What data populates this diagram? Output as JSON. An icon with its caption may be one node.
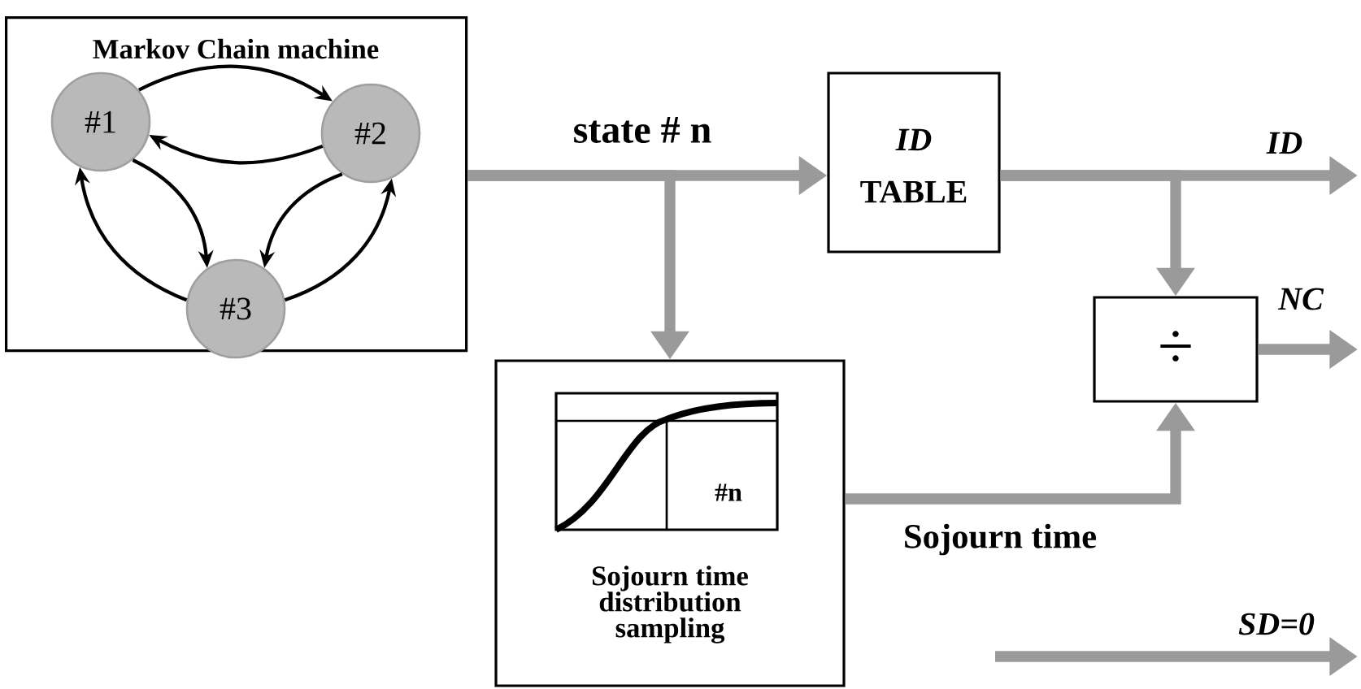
{
  "diagram": {
    "nodes": [
      {
        "text": [
          "Markov Chain machine"
        ]
      },
      {
        "text": [
          "#1"
        ],
        "in": 0
      },
      {
        "text": [
          "#2"
        ],
        "in": 0
      },
      {
        "text": [
          "#3"
        ],
        "in": 0
      },
      {
        "text": [
          "ID",
          "TABLE"
        ]
      },
      {
        "text": [
          "÷"
        ]
      },
      {
        "text": [
          "#n",
          "Sojourn time distribution sampling"
        ]
      }
    ],
    "edges": [
      {
        "from": 1,
        "to": 2,
        "arrow": "to"
      },
      {
        "from": 2,
        "to": 1,
        "arrow": "to"
      },
      {
        "from": 1,
        "to": 3,
        "arrow": "to"
      },
      {
        "from": 3,
        "to": 1,
        "arrow": "to"
      },
      {
        "from": 2,
        "to": 3,
        "arrow": "to"
      },
      {
        "from": 3,
        "to": 2,
        "arrow": "to"
      },
      {
        "from": 0,
        "to": 4,
        "arrow": "to",
        "label": "state # n",
        "style": "thick",
        "color": "#9a9a9a"
      },
      {
        "from": 0,
        "to": 6,
        "arrow": "to",
        "style": "thick",
        "color": "#9a9a9a"
      },
      {
        "from": 4,
        "to": null,
        "arrow": "to",
        "label": "ID",
        "style": "thick",
        "color": "#9a9a9a"
      },
      {
        "from": 4,
        "to": 5,
        "arrow": "to",
        "style": "thick",
        "color": "#9a9a9a"
      },
      {
        "from": 5,
        "to": null,
        "arrow": "to",
        "label": "NC",
        "style": "thick",
        "color": "#9a9a9a"
      },
      {
        "from": 6,
        "to": 5,
        "arrow": "to",
        "label": "Sojourn time",
        "style": "thick",
        "color": "#9a9a9a"
      }
    ],
    "labels": [
      "SD=0"
    ]
  }
}
